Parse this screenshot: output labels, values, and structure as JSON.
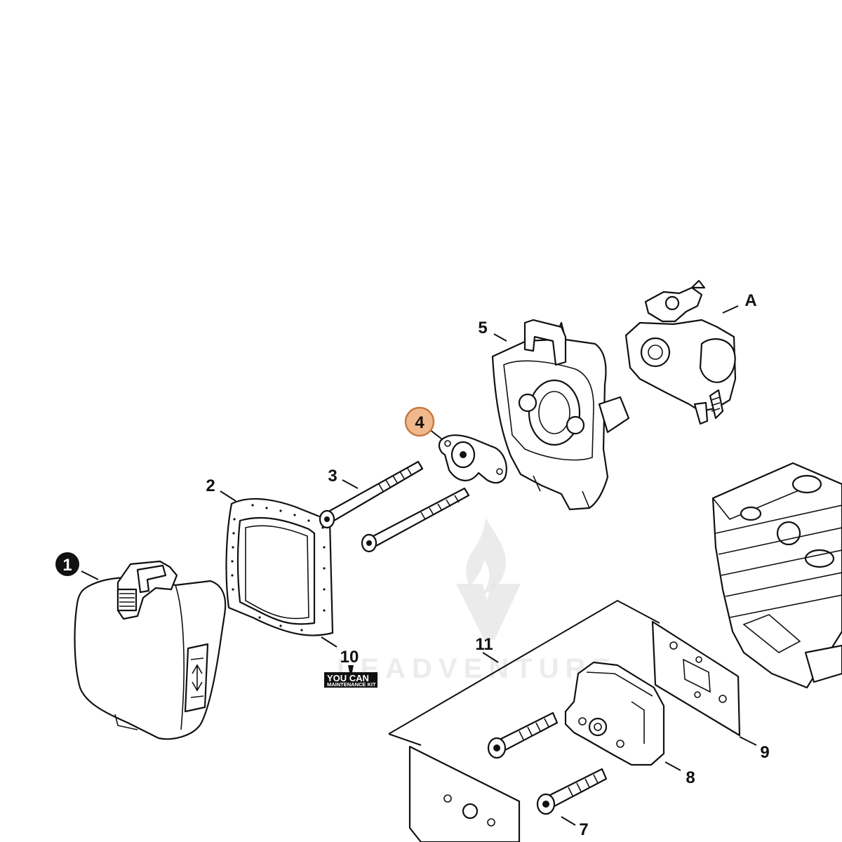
{
  "callouts": [
    {
      "label": "1",
      "style": "filled"
    },
    {
      "label": "2",
      "style": "plain"
    },
    {
      "label": "3",
      "style": "plain"
    },
    {
      "label": "4",
      "style": "highlighted"
    },
    {
      "label": "5",
      "style": "plain"
    },
    {
      "label": "7",
      "style": "plain"
    },
    {
      "label": "8",
      "style": "plain"
    },
    {
      "label": "9",
      "style": "plain"
    },
    {
      "label": "10",
      "style": "plain"
    },
    {
      "label": "11",
      "style": "plain"
    },
    {
      "label": "A",
      "style": "plain"
    }
  ],
  "kit_badge": {
    "line1": "YOU CAN",
    "line2": "MAINTENANCE KIT"
  },
  "watermark": {
    "text": "LEADVENTURE"
  },
  "colors": {
    "line": "#111111",
    "highlight_fill": "#f0b98d",
    "highlight_stroke": "#c9793c",
    "watermark": "#dddddd"
  }
}
